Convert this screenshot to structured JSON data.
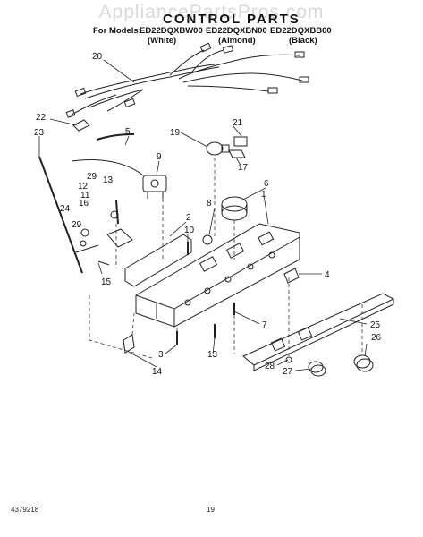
{
  "watermark": "AppliancePartsPros.com",
  "title": "CONTROL PARTS",
  "models_label": "For Models:",
  "models": [
    {
      "model": "ED22DQXBW00",
      "color": "(White)"
    },
    {
      "model": "ED22DQXBN00",
      "color": "(Almond)"
    },
    {
      "model": "ED22DQXBB00",
      "color": "(Black)"
    }
  ],
  "callouts": [
    "20",
    "22",
    "23",
    "5",
    "9",
    "19",
    "21",
    "17",
    "29",
    "13",
    "12",
    "11",
    "16",
    "24",
    "29",
    "15",
    "8",
    "10",
    "2",
    "6",
    "1",
    "4",
    "7",
    "25",
    "26",
    "3",
    "13",
    "14",
    "28",
    "27"
  ],
  "footer": {
    "doc_number": "4379218",
    "page_number": "19"
  }
}
